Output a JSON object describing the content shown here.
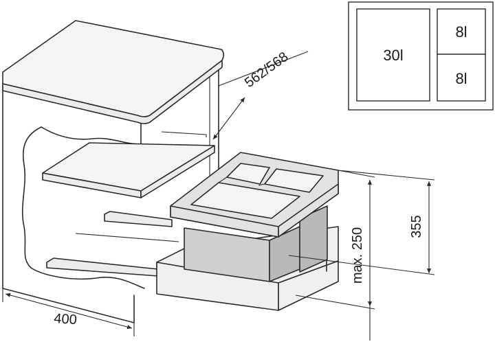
{
  "dimensions": {
    "depth": "562/568",
    "width": "400",
    "height_max": "max. 250",
    "height": "355"
  },
  "layout_box": {
    "left_compartment": "30l",
    "right_top_compartment": "8l",
    "right_bottom_compartment": "8l"
  }
}
